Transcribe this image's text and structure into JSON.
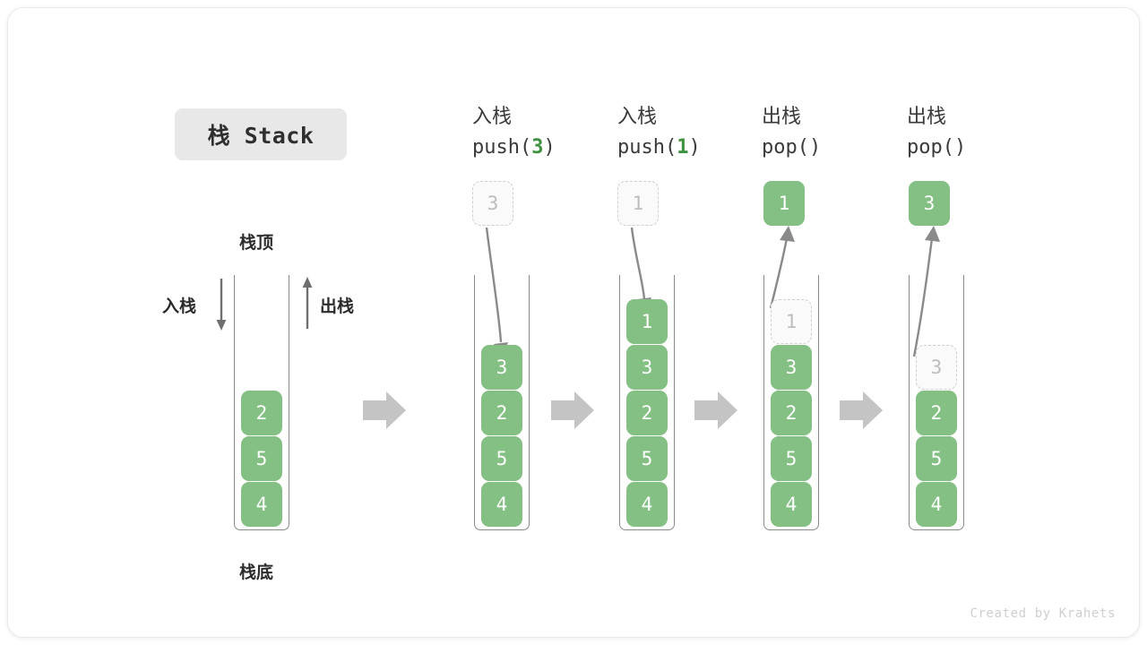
{
  "diagram": {
    "title_badge": "栈 Stack",
    "watermark": "Created by Krahets",
    "accent_green": "#84c084",
    "ghost_gray": "#bdbdbd",
    "arrow_gray": "#b8b8b8",
    "wall_gray": "#8a8a8a"
  },
  "base_stack": {
    "top_label": "栈顶",
    "bottom_label": "栈底",
    "push_label": "入栈",
    "pop_label": "出栈",
    "items": [
      "2",
      "5",
      "4"
    ]
  },
  "steps": [
    {
      "zh": "入栈",
      "code_prefix": "push(",
      "code_arg": "3",
      "code_suffix": ")",
      "floating": {
        "value": "3",
        "style": "ghost",
        "position": "above"
      },
      "items": [
        {
          "value": "3",
          "style": "filled"
        },
        {
          "value": "2",
          "style": "filled"
        },
        {
          "value": "5",
          "style": "filled"
        },
        {
          "value": "4",
          "style": "filled"
        }
      ]
    },
    {
      "zh": "入栈",
      "code_prefix": "push(",
      "code_arg": "1",
      "code_suffix": ")",
      "floating": {
        "value": "1",
        "style": "ghost",
        "position": "above"
      },
      "items": [
        {
          "value": "1",
          "style": "filled"
        },
        {
          "value": "3",
          "style": "filled"
        },
        {
          "value": "2",
          "style": "filled"
        },
        {
          "value": "5",
          "style": "filled"
        },
        {
          "value": "4",
          "style": "filled"
        }
      ]
    },
    {
      "zh": "出栈",
      "code_prefix": "pop(",
      "code_arg": "",
      "code_suffix": ")",
      "floating": {
        "value": "1",
        "style": "filled",
        "position": "above"
      },
      "items": [
        {
          "value": "1",
          "style": "ghost"
        },
        {
          "value": "3",
          "style": "filled"
        },
        {
          "value": "2",
          "style": "filled"
        },
        {
          "value": "5",
          "style": "filled"
        },
        {
          "value": "4",
          "style": "filled"
        }
      ]
    },
    {
      "zh": "出栈",
      "code_prefix": "pop(",
      "code_arg": "",
      "code_suffix": ")",
      "floating": {
        "value": "3",
        "style": "filled",
        "position": "above"
      },
      "items": [
        {
          "value": "3",
          "style": "ghost"
        },
        {
          "value": "2",
          "style": "filled"
        },
        {
          "value": "5",
          "style": "filled"
        },
        {
          "value": "4",
          "style": "filled"
        }
      ]
    }
  ]
}
